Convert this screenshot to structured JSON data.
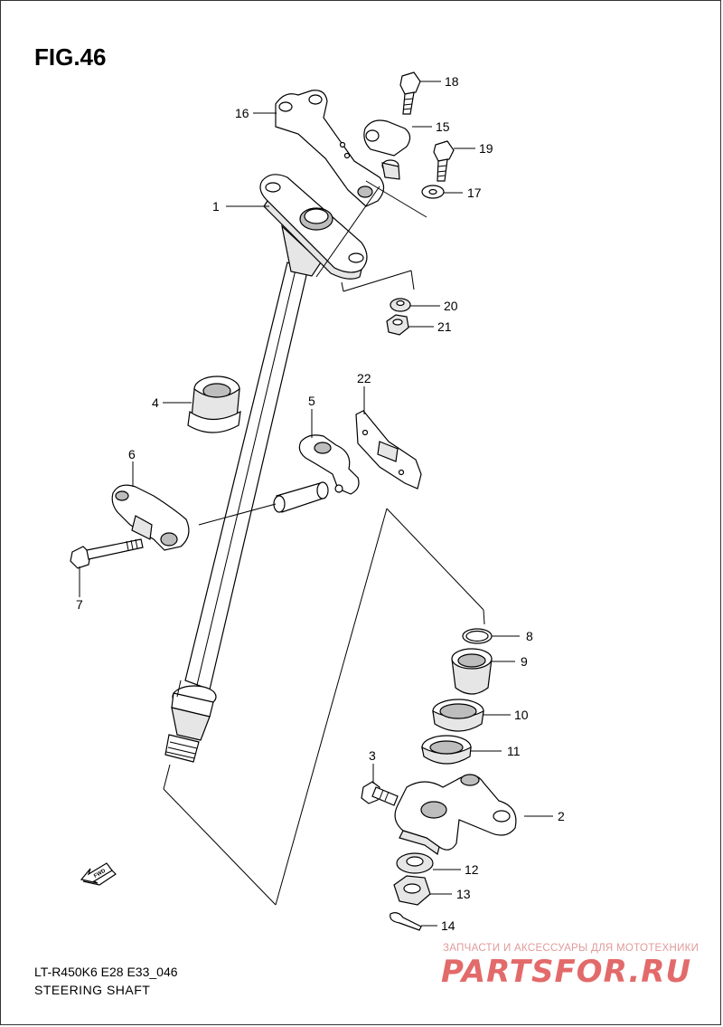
{
  "figure": {
    "title": "FIG.46"
  },
  "footer": {
    "model_code": "LT-R450K6 E28 E33_046",
    "section_name": "STEERING SHAFT"
  },
  "watermark": {
    "tagline": "ЗАПЧАСТИ И АКСЕССУАРЫ ДЛЯ МОТОТЕХНИКИ",
    "brand": "PARTSFOR.RU",
    "color": "#e36a6a"
  },
  "fwd_label": "FWD",
  "callouts": [
    {
      "id": "1",
      "text": "1"
    },
    {
      "id": "2",
      "text": "2"
    },
    {
      "id": "3",
      "text": "3"
    },
    {
      "id": "4",
      "text": "4"
    },
    {
      "id": "5",
      "text": "5"
    },
    {
      "id": "6",
      "text": "6"
    },
    {
      "id": "7",
      "text": "7"
    },
    {
      "id": "8",
      "text": "8"
    },
    {
      "id": "9",
      "text": "9"
    },
    {
      "id": "10",
      "text": "10"
    },
    {
      "id": "11",
      "text": "11"
    },
    {
      "id": "12",
      "text": "12"
    },
    {
      "id": "13",
      "text": "13"
    },
    {
      "id": "14",
      "text": "14"
    },
    {
      "id": "15",
      "text": "15"
    },
    {
      "id": "16",
      "text": "16"
    },
    {
      "id": "17",
      "text": "17"
    },
    {
      "id": "18",
      "text": "18"
    },
    {
      "id": "19",
      "text": "19"
    },
    {
      "id": "20",
      "text": "20"
    },
    {
      "id": "21",
      "text": "21"
    },
    {
      "id": "22",
      "text": "22"
    }
  ]
}
